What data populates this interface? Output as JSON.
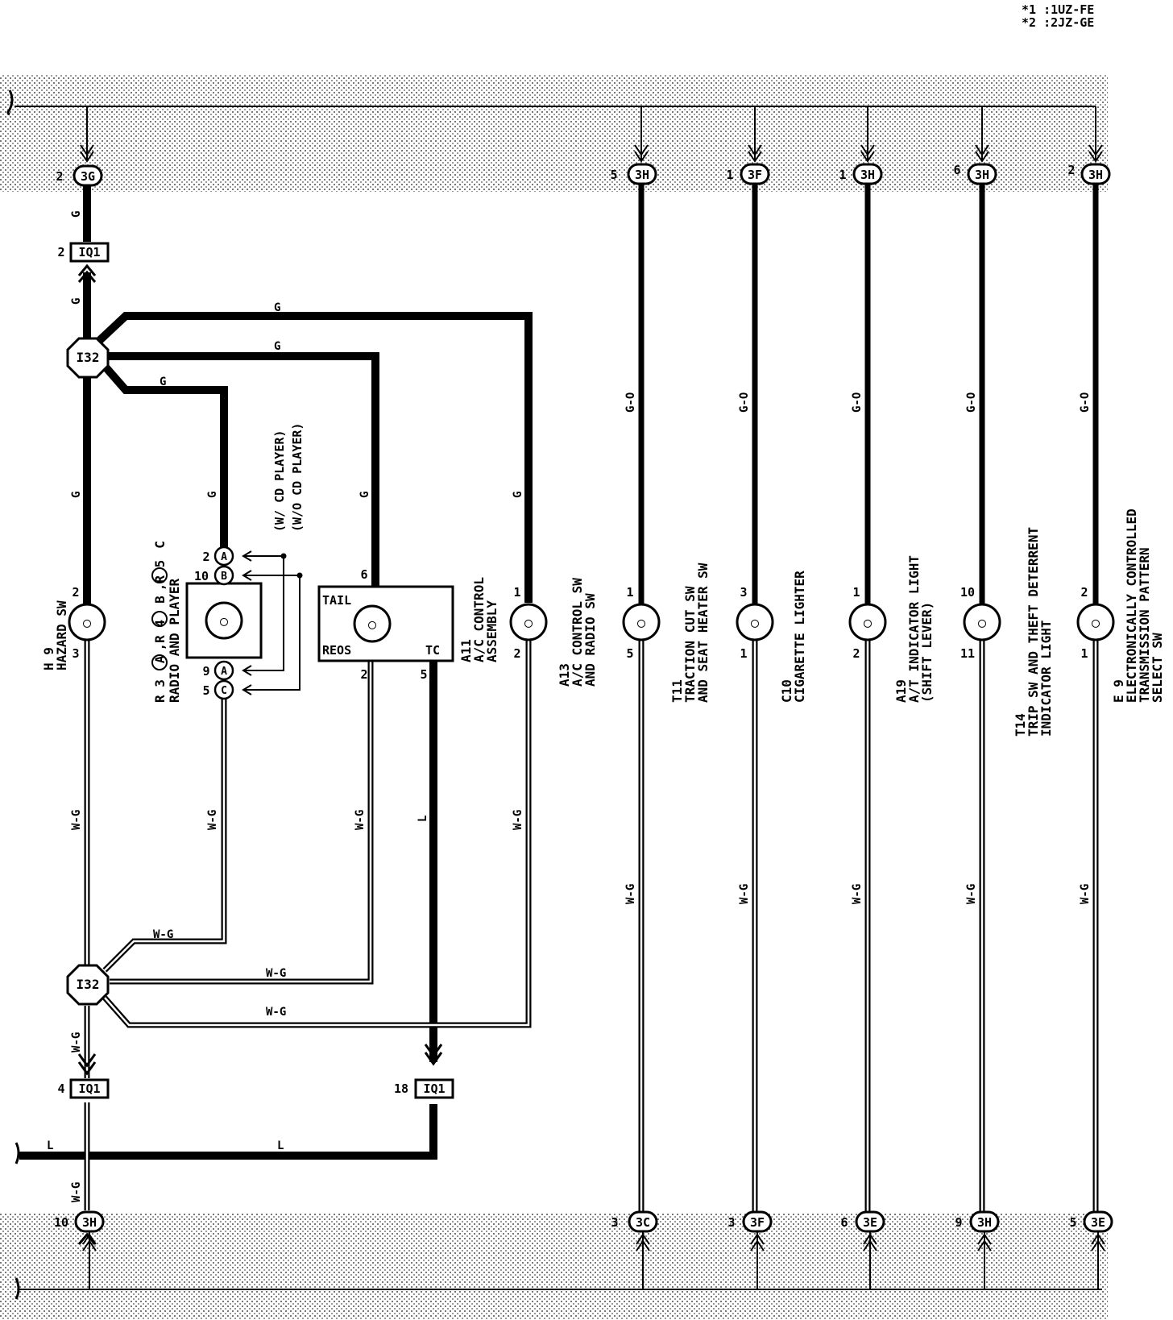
{
  "legend": {
    "note1": "*1 :1UZ-FE",
    "note2": "*2 :2JZ-GE"
  },
  "junctions": {
    "top": [
      {
        "pin": "2",
        "code": "3G"
      },
      {
        "pin": "5",
        "code": "3H"
      },
      {
        "pin": "1",
        "code": "3F"
      },
      {
        "pin": "1",
        "code": "3H"
      },
      {
        "pin": "6",
        "code": "3H"
      },
      {
        "pin": "2",
        "code": "3H"
      }
    ],
    "bottom": [
      {
        "pin": "10",
        "code": "3H"
      },
      {
        "pin": "3",
        "code": "3C"
      },
      {
        "pin": "3",
        "code": "3F"
      },
      {
        "pin": "6",
        "code": "3E"
      },
      {
        "pin": "9",
        "code": "3H"
      },
      {
        "pin": "5",
        "code": "3E"
      }
    ]
  },
  "connectors": {
    "iq1_top": {
      "pin": "2",
      "code": "IQ1"
    },
    "iq1_left": {
      "pin": "4",
      "code": "IQ1"
    },
    "iq1_right": {
      "pin": "18",
      "code": "IQ1"
    },
    "i32": "I32"
  },
  "wire_colors": {
    "g": "G",
    "wg": "W-G",
    "go": "G-O",
    "l": "L"
  },
  "components": {
    "h9": {
      "id": "H 9",
      "name": "HAZARD SW",
      "pin_top": "2",
      "pin_bottom": "3"
    },
    "radio": {
      "id": "R 3",
      "id_a": "A",
      "id_b": "B",
      "id_c": "C",
      "id_r4": ",R 4",
      "id_r5": ",R 5",
      "name": "RADIO AND PLAYER",
      "pins": {
        "p2": "2",
        "p10": "10",
        "p9": "9",
        "p5": "5"
      },
      "letters": {
        "a": "A",
        "b": "B",
        "c": "C"
      },
      "with_cd": "(W/ CD PLAYER)",
      "without_cd": "(W/O CD PLAYER)"
    },
    "a11": {
      "id": "A11",
      "name1": "A/C CONTROL",
      "name2": "ASSEMBLY",
      "tail": "TAIL",
      "reos": "REOS",
      "tc": "TC",
      "pin6": "6",
      "pin2": "2",
      "pin5": "5"
    },
    "a13": {
      "id": "A13",
      "name1": "A/C CONTROL SW",
      "name2": "AND RADIO SW",
      "pin_top": "1",
      "pin_bottom": "2"
    },
    "t11": {
      "id": "T11",
      "name1": "TRACTION CUT SW",
      "name2": "AND SEAT HEATER SW",
      "pin_top": "1",
      "pin_bottom": "5"
    },
    "c10": {
      "id": "C10",
      "name1": "CIGARETTE LIGHTER",
      "pin_top": "3",
      "pin_bottom": "1"
    },
    "a19": {
      "id": "A19",
      "name1": "A/T INDICATOR LIGHT",
      "name2": "(SHIFT LEVER)",
      "pin_top": "1",
      "pin_bottom": "2"
    },
    "t14": {
      "id": "T14",
      "name1": "TRIP SW AND THEFT DETERRENT",
      "name2": "INDICATOR LIGHT",
      "pin_top": "10",
      "pin_bottom": "11"
    },
    "e9": {
      "id": "E 9",
      "name1": "ELECTRONICALLY CONTROLLED",
      "name2": "TRANSMISSION PATTERN",
      "name3": "SELECT SW",
      "pin_top": "2",
      "pin_bottom": "1"
    }
  }
}
